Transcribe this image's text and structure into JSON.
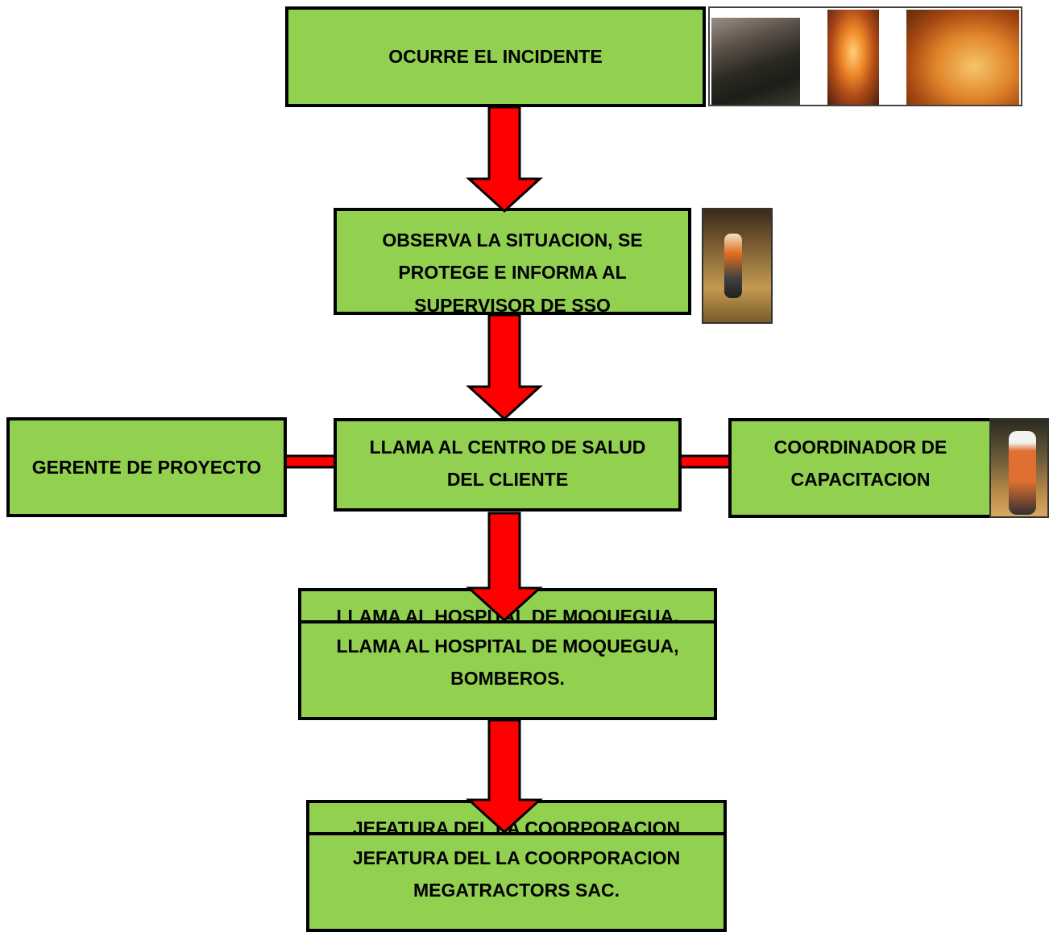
{
  "steps": {
    "incident": "OCURRE EL INCIDENTE",
    "observe": "OBSERVA LA SITUACION, SE PROTEGE E INFORMA AL SUPERVISOR DE SSO",
    "health_center": "LLAMA AL CENTRO DE SALUD DEL CLIENTE",
    "project_manager": "GERENTE DE PROYECTO",
    "training_coordinator": "COORDINADOR DE CAPACITACION",
    "hospital_ghost": "LLAMA AL HOSPITAL DE MOQUEGUA,",
    "hospital": "LLAMA AL HOSPITAL DE MOQUEGUA, BOMBEROS.",
    "management_ghost": "JEFATURA DEL LA COORPORACION",
    "management": "JEFATURA DEL LA COORPORACION MEGATRACTORS SAC."
  },
  "colors": {
    "box_fill": "#92d050",
    "box_border": "#000000",
    "arrow_fill": "#ff0000",
    "connector": "#ff0000"
  }
}
